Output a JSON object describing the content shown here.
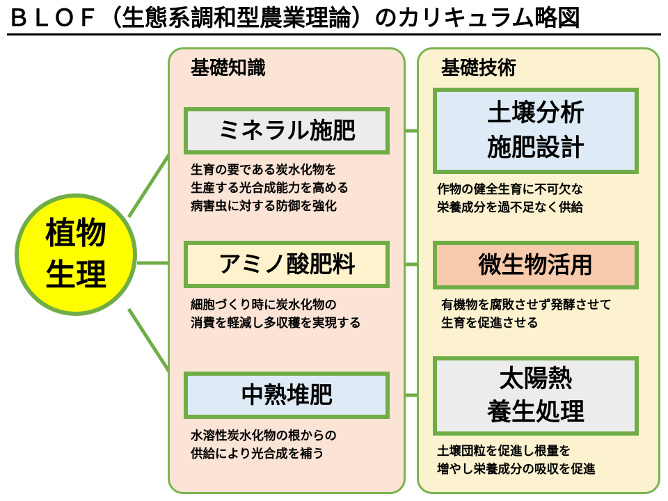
{
  "title": "ＢＬＯＦ（生態系調和型農業理論）のカリキュラム略図",
  "center": {
    "label": "植物\n生理",
    "color": "#ffff00"
  },
  "colors": {
    "border_green": "#70ad47",
    "panel_basic_bg": "#fbe4d6",
    "panel_tech_bg": "#fdf2d0",
    "box_gray": "#ececec",
    "box_blue": "#deebf7",
    "box_cream": "#fff2cc",
    "box_salmon": "#f8cbad"
  },
  "basic_knowledge": {
    "heading": "基礎知識",
    "items": [
      {
        "label": "ミネラル施肥",
        "desc": "生育の要である炭水化物を\n生産する光合成能力を高める\n病害虫に対する防御を強化"
      },
      {
        "label": "アミノ酸肥料",
        "desc": "細胞づくり時に炭水化物の\n消費を軽減し多収穫を実現する"
      },
      {
        "label": "中熟堆肥",
        "desc": "水溶性炭水化物の根からの\n供給により光合成を補う"
      }
    ]
  },
  "basic_technology": {
    "heading": "基礎技術",
    "items": [
      {
        "label": "土壌分析\n施肥設計",
        "desc": "作物の健全生育に不可欠な\n栄養成分を過不足なく供給"
      },
      {
        "label": "微生物活用",
        "desc": "有機物を腐敗させず発酵させて\n生育を促進させる"
      },
      {
        "label": "太陽熱\n養生処理",
        "desc": "土壌団粒を促進し根量を\n増やし栄養成分の吸収を促進"
      }
    ]
  }
}
